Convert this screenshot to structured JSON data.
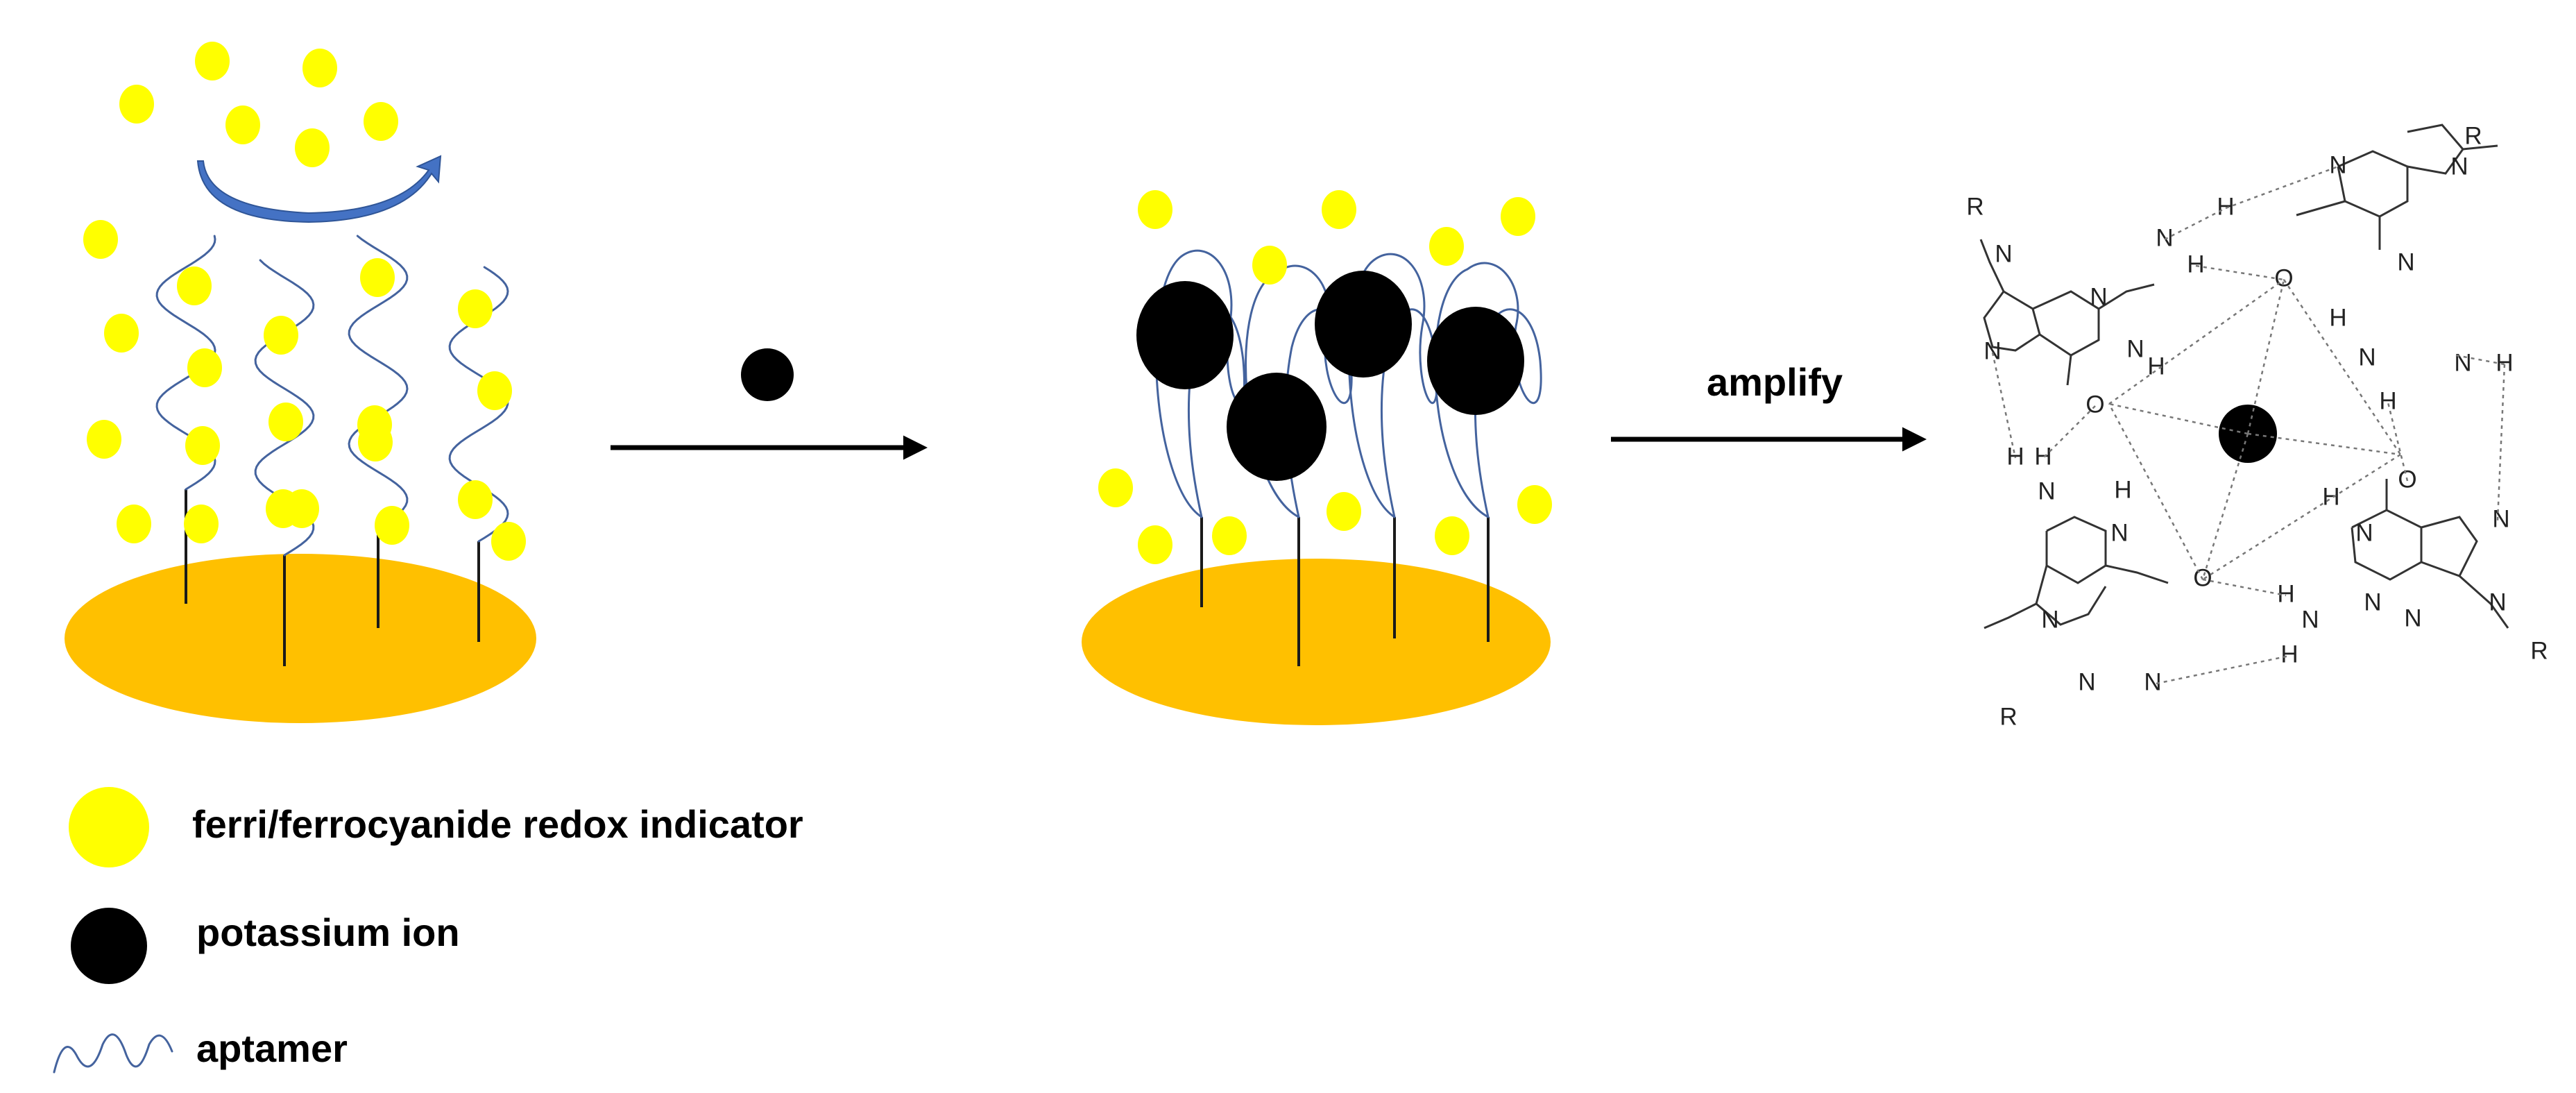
{
  "arrows": {
    "amplify_label": "amplify"
  },
  "legend": {
    "items": [
      {
        "key": "redox",
        "label": "ferri/ferrocyanide redox indicator",
        "symbol": "yellow-circle"
      },
      {
        "key": "potassium",
        "label": "potassium ion",
        "symbol": "black-circle"
      },
      {
        "key": "aptamer",
        "label": "aptamer",
        "symbol": "wavy-line"
      }
    ]
  },
  "quadruplex": {
    "atoms": {
      "nitrogen": "N",
      "oxygen": "O",
      "hydrogen": "H",
      "substituent": "R"
    }
  },
  "colors": {
    "redox_indicator": "#ffff00",
    "potassium_ion": "#000000",
    "electrode": "#ffc000",
    "aptamer": "#44639e",
    "flow_arrow": "#4472c4"
  }
}
